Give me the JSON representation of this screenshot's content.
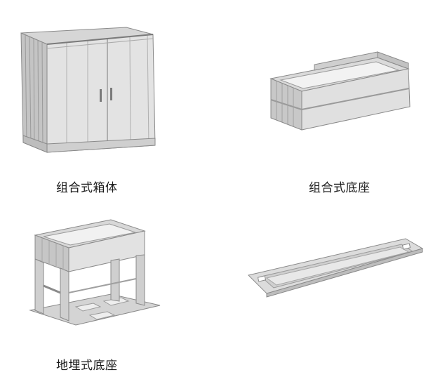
{
  "figures": [
    {
      "caption": "组合式箱体"
    },
    {
      "caption": "组合式底座"
    },
    {
      "caption": "地埋式底座"
    },
    {
      "caption": ""
    }
  ]
}
